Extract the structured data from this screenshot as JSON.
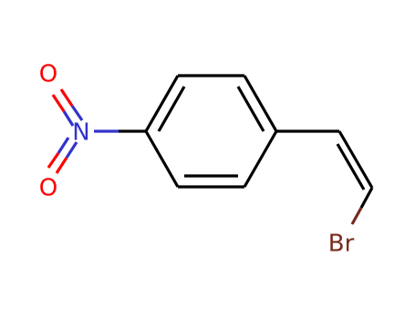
{
  "molecule": {
    "atoms": [
      {
        "id": "n1",
        "element": "N",
        "label": "N"
      },
      {
        "id": "o1",
        "element": "O",
        "label": "O"
      },
      {
        "id": "o2",
        "element": "O",
        "label": "O"
      },
      {
        "id": "br1",
        "element": "Br",
        "label": "Br"
      }
    ],
    "bond_count": 12,
    "colors": {
      "bond": "#000000",
      "nitrogen": "#3333cc",
      "oxygen": "#ff0000",
      "bromine": "#7a2b1f"
    }
  }
}
